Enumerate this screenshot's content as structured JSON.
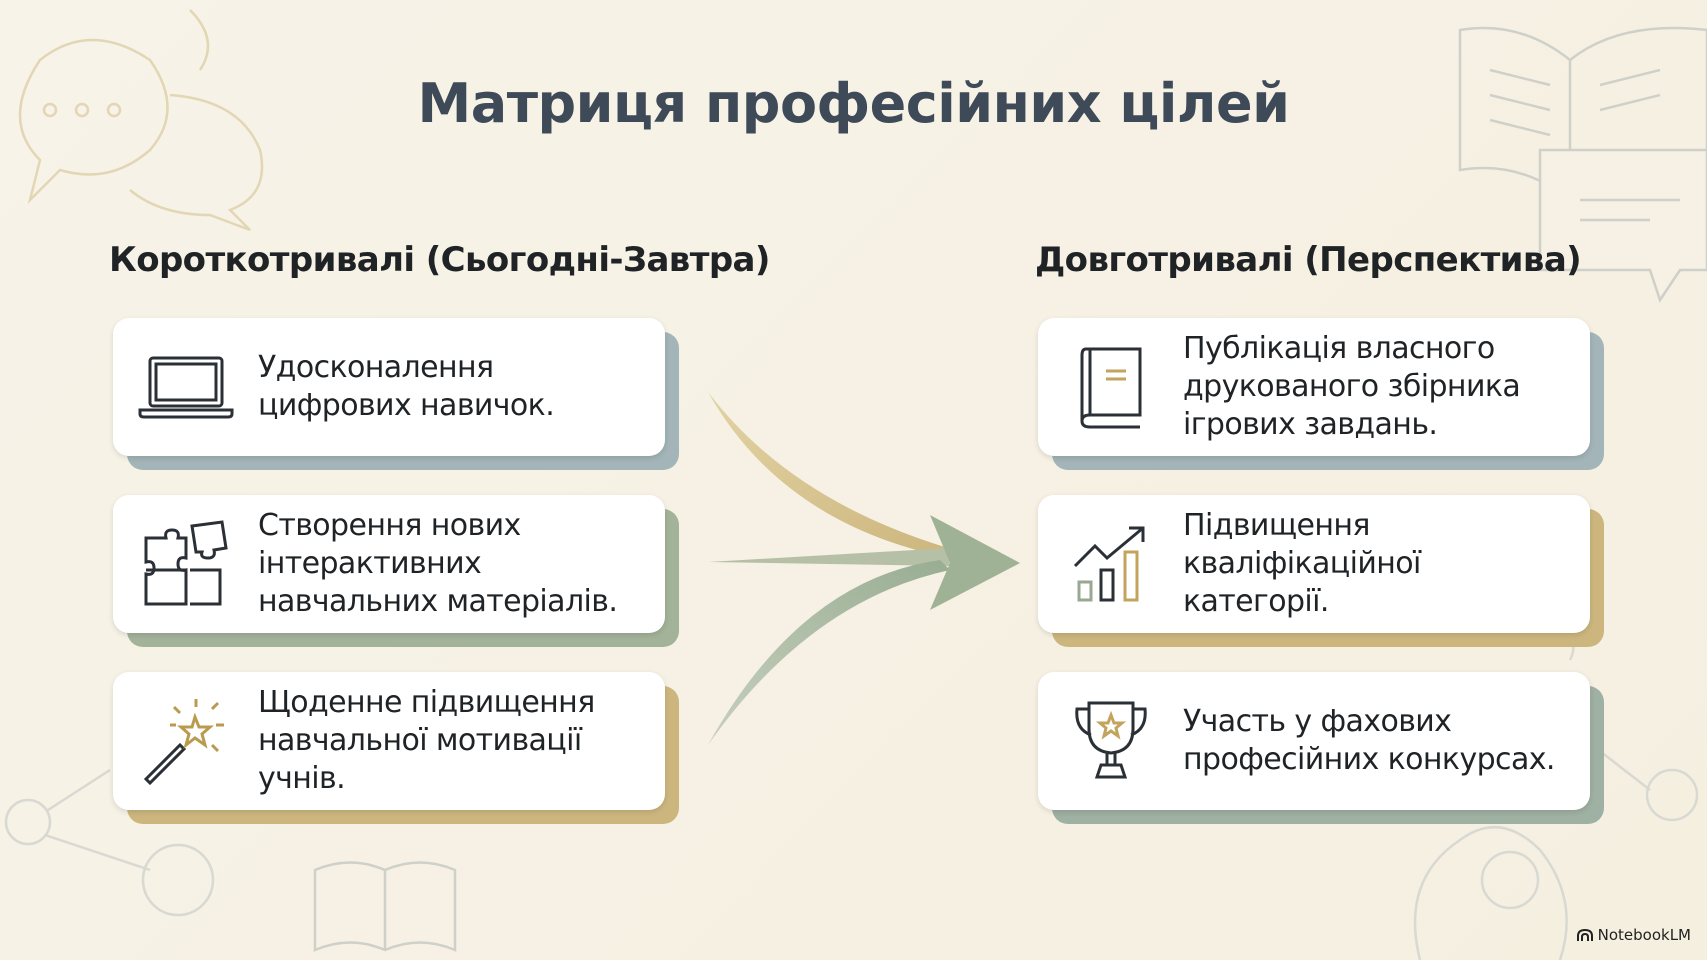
{
  "title": "Матриця професійних цілей",
  "short_term": {
    "heading": "Короткотривалі (Сьогодні-Завтра)",
    "items": [
      {
        "text": "Удосконалення\nцифрових навичок.",
        "icon": "laptop-icon"
      },
      {
        "text": "Створення нових\nінтерактивних\nнавчальних матеріалів.",
        "icon": "puzzle-icon"
      },
      {
        "text": "Щоденне підвищення\nнавчальної мотивації\nучнів.",
        "icon": "magic-wand-icon"
      }
    ]
  },
  "long_term": {
    "heading": "Довготривалі (Перспектива)",
    "items": [
      {
        "text": "Публікація власного\nдрукованого збірника\nігрових завдань.",
        "icon": "book-icon"
      },
      {
        "text": "Підвищення\nкваліфікаційної\nкатегорії.",
        "icon": "growth-chart-icon"
      },
      {
        "text": "Участь у фахових\nпрофесійних конкурсах.",
        "icon": "trophy-icon"
      }
    ]
  },
  "colors": {
    "blue": "#a3b5b8",
    "sage": "#a3b39a",
    "gold": "#cdb67e",
    "title": "#3e4a57"
  },
  "watermark": "NotebookLM"
}
